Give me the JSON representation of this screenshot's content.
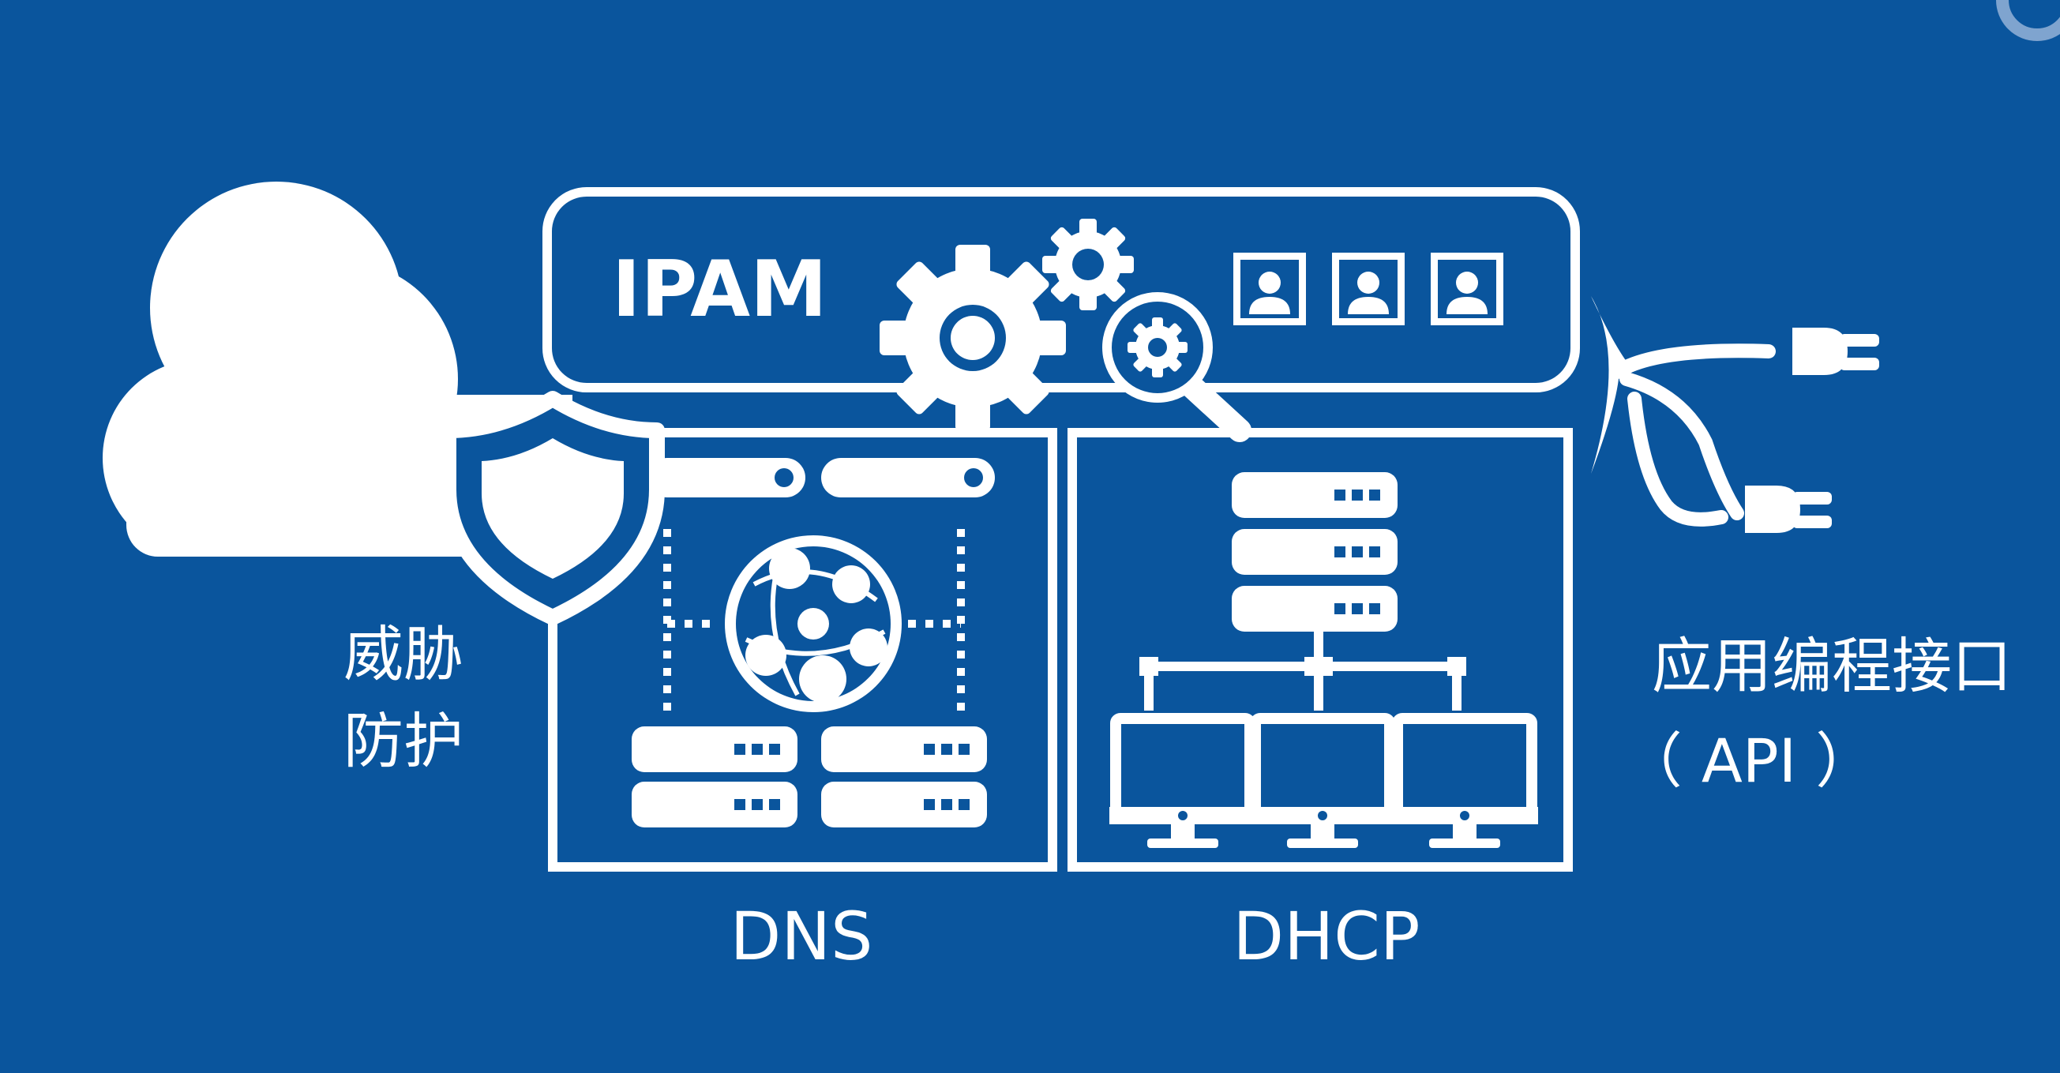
{
  "diagram": {
    "ipam_label": "IPAM",
    "dns_label": "DNS",
    "dhcp_label": "DHCP",
    "threat_protection": {
      "line1": "威胁",
      "line2": "防护"
    },
    "api": {
      "line1": "应用编程接口",
      "line2": "（ API ）"
    }
  },
  "colors": {
    "background": "#0a559d",
    "foreground": "#ffffff"
  },
  "icons": [
    "cloud-icon",
    "shield-icon",
    "large-gear-icon",
    "small-gear-icon",
    "magnifier-gear-icon",
    "user-icon",
    "globe-icon",
    "server-icon",
    "monitor-icon",
    "plug-icon"
  ]
}
